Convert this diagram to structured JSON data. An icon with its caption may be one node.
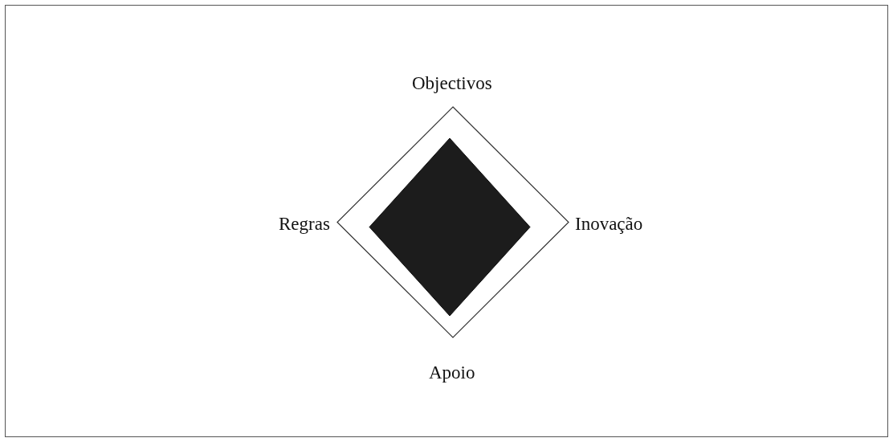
{
  "diagram": {
    "nodes": [
      {
        "text": [],
        "shape": "diamond"
      },
      {
        "text": [],
        "shape": "diamond",
        "in": 0
      }
    ],
    "labels": [
      "Objectivos",
      "Regras",
      "Inovação",
      "Apoio"
    ]
  }
}
